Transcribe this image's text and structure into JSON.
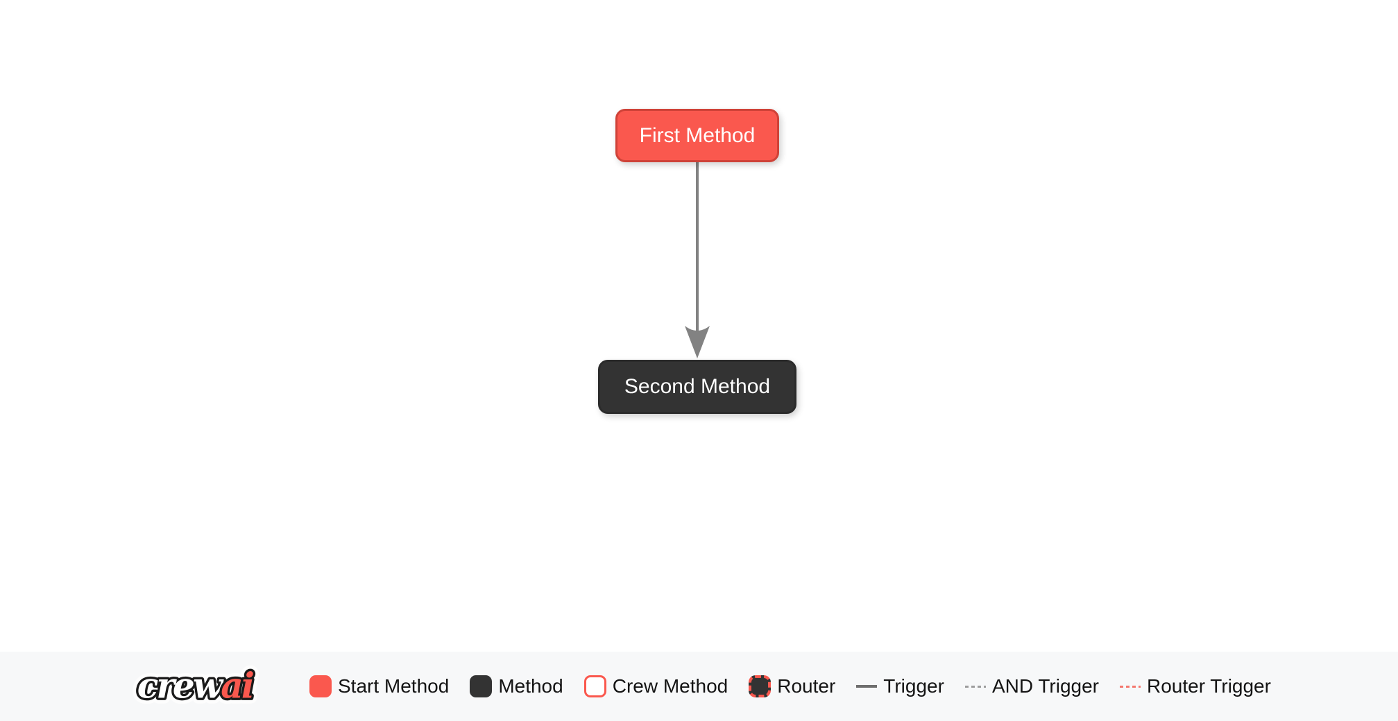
{
  "colors": {
    "canvas_bg": "#FFFFFF",
    "legend_bg": "#F7F8F9",
    "start_red": "#FA584E",
    "start_red_border": "#CF4238",
    "method_dark": "#333333",
    "method_dark_border": "#2B2B2B",
    "edge_gray": "#828282",
    "trigger_gray": "#6E6E6E",
    "and_trigger_gray": "#9C9C9C",
    "router_trigger_red": "#F4776E",
    "node_text": "#FFFFFF",
    "legend_text": "#141414",
    "logo_outline": "#1A1A1A",
    "logo_crew_fill": "#FFFFFF",
    "logo_ai_fill": "#FA584E"
  },
  "diagram": {
    "nodes": [
      {
        "id": "first_method",
        "label": "First Method",
        "type": "start-method"
      },
      {
        "id": "second_method",
        "label": "Second Method",
        "type": "method"
      }
    ],
    "edges": [
      {
        "from": "first_method",
        "to": "second_method",
        "type": "trigger"
      }
    ]
  },
  "legend": {
    "logo": {
      "part1": "crew",
      "part2": "ai"
    },
    "items": [
      {
        "label": "Start Method",
        "swatch": "start"
      },
      {
        "label": "Method",
        "swatch": "method"
      },
      {
        "label": "Crew Method",
        "swatch": "crew"
      },
      {
        "label": "Router",
        "swatch": "router"
      },
      {
        "label": "Trigger",
        "swatch": "line-solid"
      },
      {
        "label": "AND Trigger",
        "swatch": "line-dashed"
      },
      {
        "label": "Router Trigger",
        "swatch": "line-dashed-red"
      }
    ]
  }
}
